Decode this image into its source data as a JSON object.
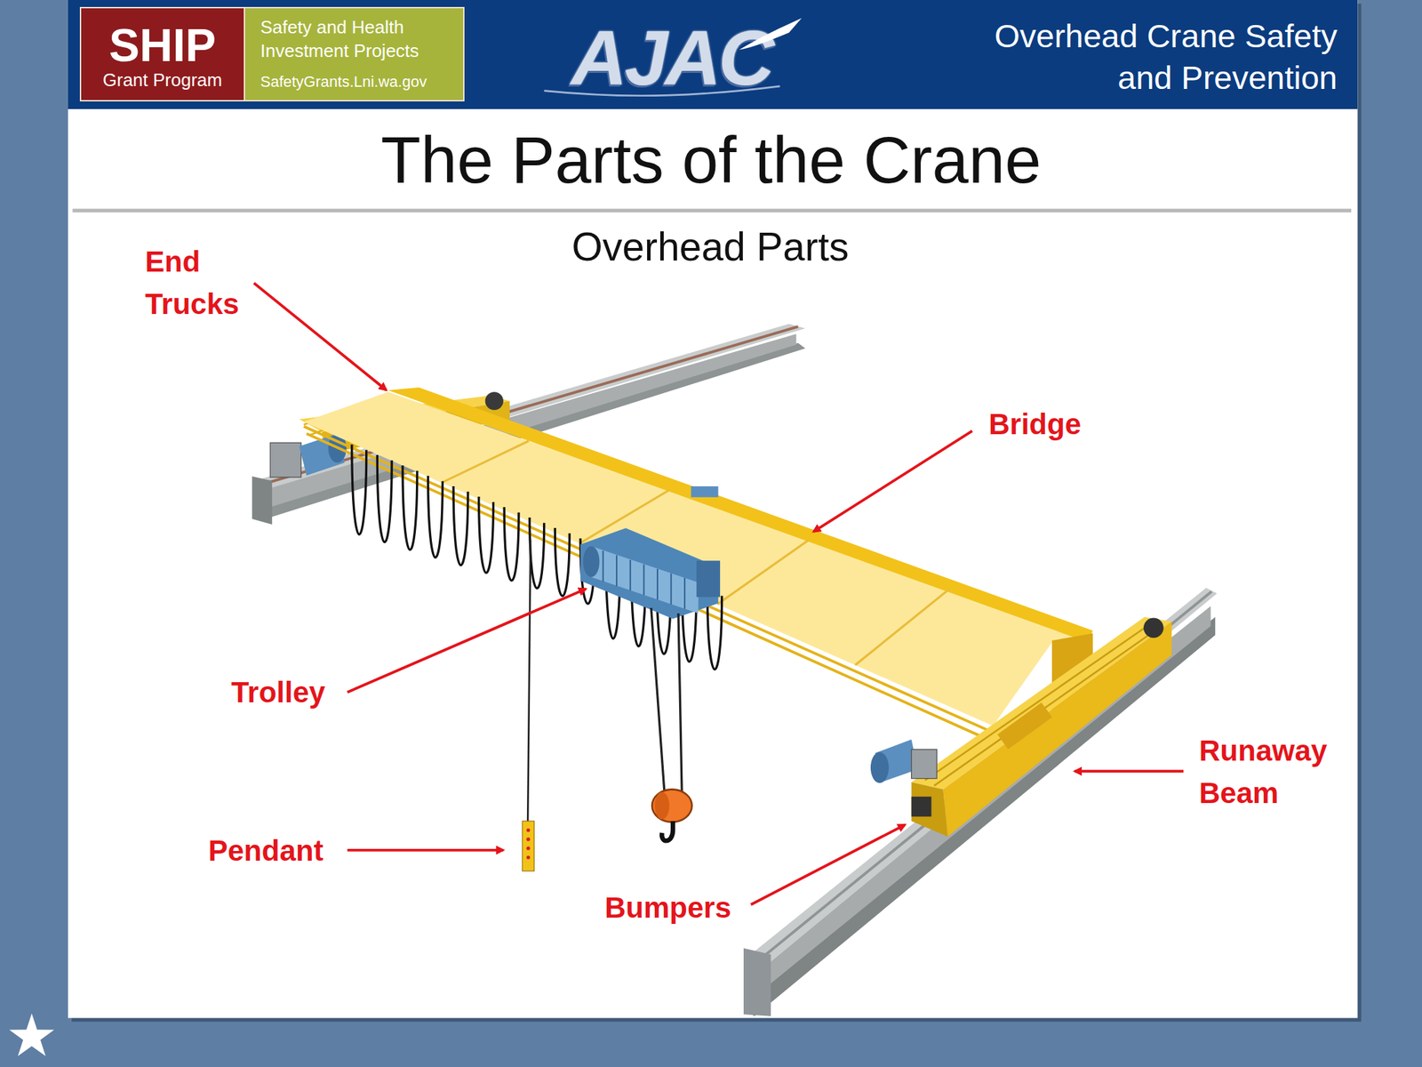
{
  "diagram": {
    "title": "The Parts of the Crane",
    "nodes": [
      {
        "text": [
          "Overhead Crane Safety and Prevention"
        ]
      },
      {
        "text": [
          "SHIP",
          "Grant Program"
        ],
        "in": 0
      },
      {
        "text": [
          "Safety and Health Investment Projects",
          "SafetyGrants.Lni.wa.gov"
        ],
        "in": 0
      }
    ],
    "labels": [
      "AJAC",
      "Overhead Parts",
      "End Trucks",
      "Bridge",
      "Trolley",
      "Runaway Beam",
      "Pendant",
      "Bumpers"
    ]
  }
}
